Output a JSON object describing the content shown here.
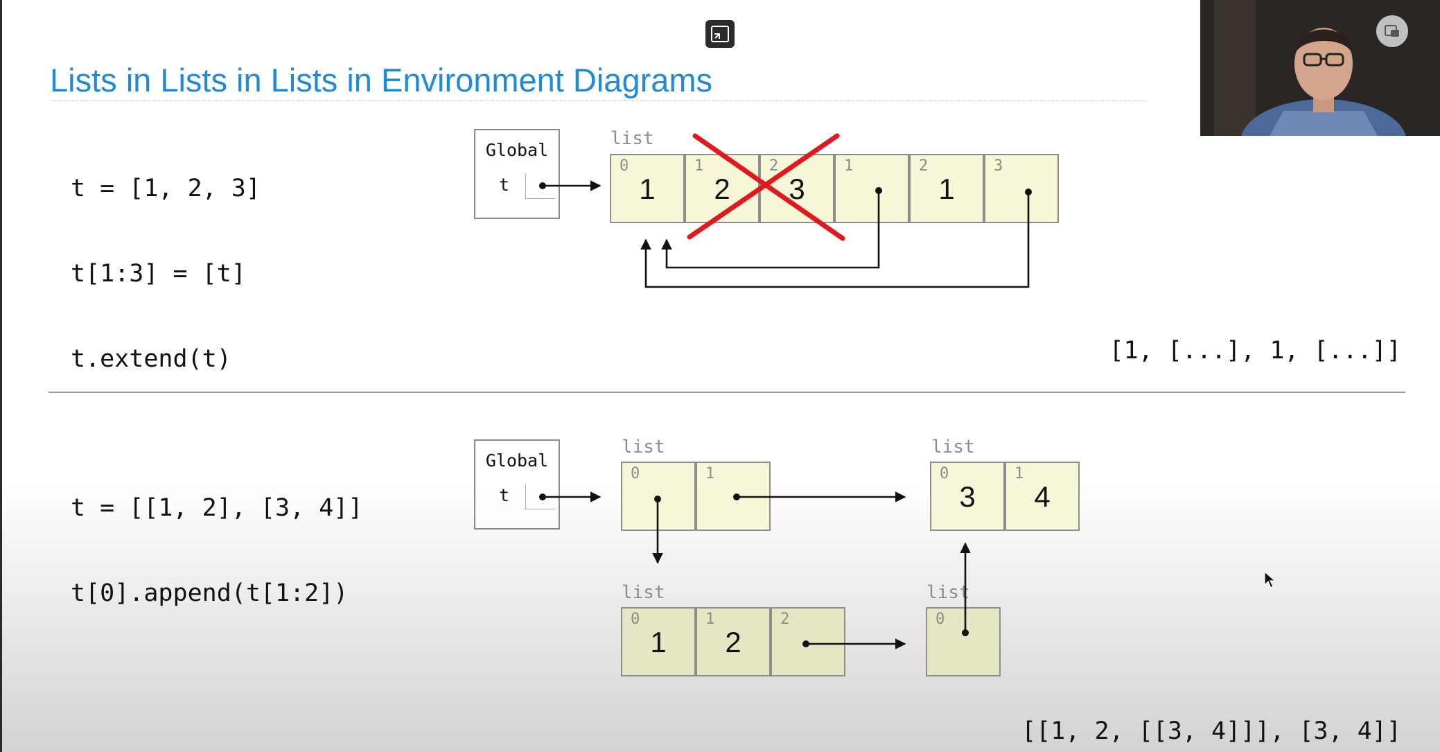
{
  "slide": {
    "title": "Lists in Lists in Lists in Environment Diagrams"
  },
  "example_1": {
    "code": [
      "t = [1, 2, 3]",
      "t[1:3] = [t]",
      "t.extend(t)"
    ],
    "frame": {
      "name": "Global",
      "var": "t"
    },
    "list_label": "list",
    "cells": [
      {
        "index": "0",
        "value": "1"
      },
      {
        "index": "1",
        "value": "2"
      },
      {
        "index": "2",
        "value": "3"
      },
      {
        "index": "1",
        "value": ""
      },
      {
        "index": "2",
        "value": "1"
      },
      {
        "index": "3",
        "value": ""
      }
    ],
    "crossed_out_indices": [
      1,
      2
    ],
    "output": "[1, [...], 1, [...]]"
  },
  "example_2": {
    "code": [
      "t = [[1, 2], [3, 4]]",
      "t[0].append(t[1:2])"
    ],
    "frame": {
      "name": "Global",
      "var": "t"
    },
    "outer_list": {
      "label": "list",
      "cells": [
        {
          "index": "0",
          "value": ""
        },
        {
          "index": "1",
          "value": ""
        }
      ]
    },
    "second_list": {
      "label": "list",
      "cells": [
        {
          "index": "0",
          "value": "3"
        },
        {
          "index": "1",
          "value": "4"
        }
      ]
    },
    "first_list": {
      "label": "list",
      "cells": [
        {
          "index": "0",
          "value": "1"
        },
        {
          "index": "1",
          "value": "2"
        },
        {
          "index": "2",
          "value": ""
        }
      ]
    },
    "slice_list": {
      "label": "list",
      "cells": [
        {
          "index": "0",
          "value": ""
        }
      ]
    },
    "output": "[[1, 2, [[3, 4]]], [3, 4]]"
  },
  "colors": {
    "title": "#1f8ad7",
    "cell_fill": "#f7f6d9",
    "cross": "#e2181f"
  },
  "icons": [
    "exit-fullscreen-icon",
    "picture-in-picture-icon",
    "mouse-cursor-icon"
  ]
}
